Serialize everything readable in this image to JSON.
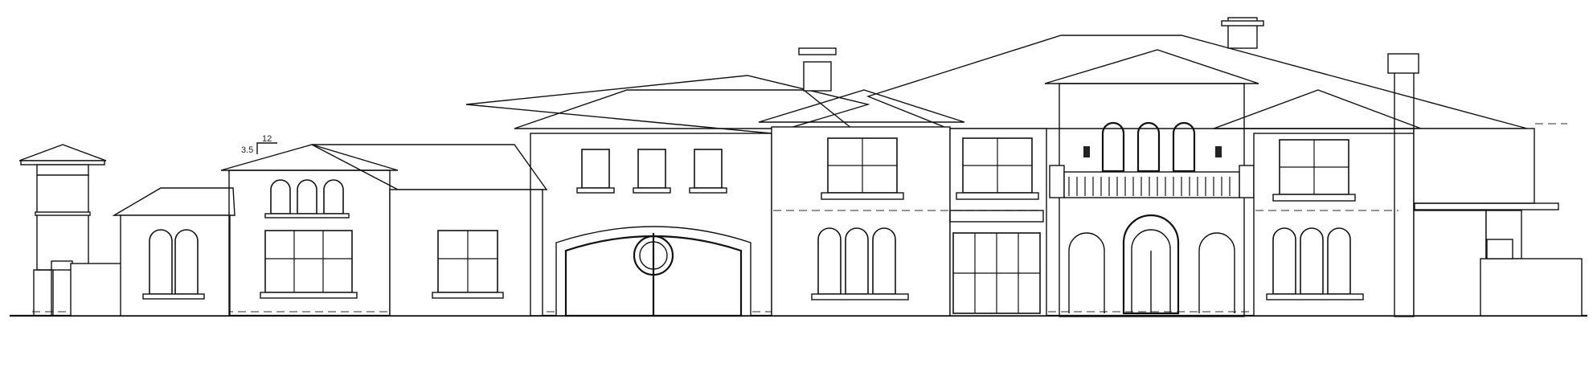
{
  "drawing": {
    "type": "architectural front elevation",
    "style": "Mediterranean / Spanish revival residence with clay barrel-tile roofs",
    "annotations": {
      "roof_pitch": {
        "rise": "3.5",
        "run": "12"
      }
    },
    "colors": {
      "line": "#111111",
      "background": "#ffffff",
      "hidden_line": "#555555"
    },
    "elements": [
      {
        "name": "left-tower",
        "features": [
          "hip roof",
          "brackets",
          "stone base",
          "garden wall"
        ]
      },
      {
        "name": "left-wing",
        "features": [
          "twin arched windows",
          "tile roof"
        ]
      },
      {
        "name": "gable-wing",
        "features": [
          "triple arched windows",
          "triple casement window",
          "stone cladding"
        ]
      },
      {
        "name": "garage",
        "features": [
          "arched ornamental iron gate doors",
          "monogram medallion",
          "three upper windows"
        ]
      },
      {
        "name": "main-block",
        "features": [
          "triple arched windows",
          "french doors",
          "upper casement windows"
        ]
      },
      {
        "name": "central-tower",
        "features": [
          "three arched diamond-pane windows",
          "wall lanterns",
          "balustrade balcony",
          "arched entry door"
        ]
      },
      {
        "name": "right-wing",
        "features": [
          "triple arched windows",
          "casement windows",
          "chimneys"
        ]
      },
      {
        "name": "right-garden-wall",
        "features": [
          "low wall",
          "niche"
        ]
      }
    ]
  }
}
